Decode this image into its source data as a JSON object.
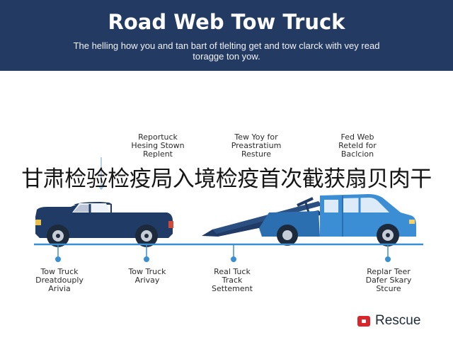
{
  "header": {
    "title": "Road Web Tow Truck",
    "subtitle": "The helling how you and tan bart of tlelting get and tow clarck with vey read toragge ton yow."
  },
  "top_labels": [
    "Reportuck\nHesing Stown\nReplent",
    "Tew Yoy for\nPreastratium\nResture",
    "Fed Web\nReteld for\nBaclcion"
  ],
  "bottom_labels": [
    "Tow Truck\nDreatdouply\nArivia",
    "Tow Truck\nArivay",
    "Real Tuck\nTrack\nSettement",
    "Replar Teer\nDafer Skary\nStcure"
  ],
  "overlay_text": "甘肃检验检疫局入境检疫首次截获扇贝肉干",
  "brand": {
    "label": "Rescue"
  },
  "colors": {
    "header_bg": "#233a63",
    "pickup": "#1f3b66",
    "tow_truck": "#3b8ed4",
    "timeline": "#3a8fd0",
    "rescue_red": "#d9262c"
  }
}
